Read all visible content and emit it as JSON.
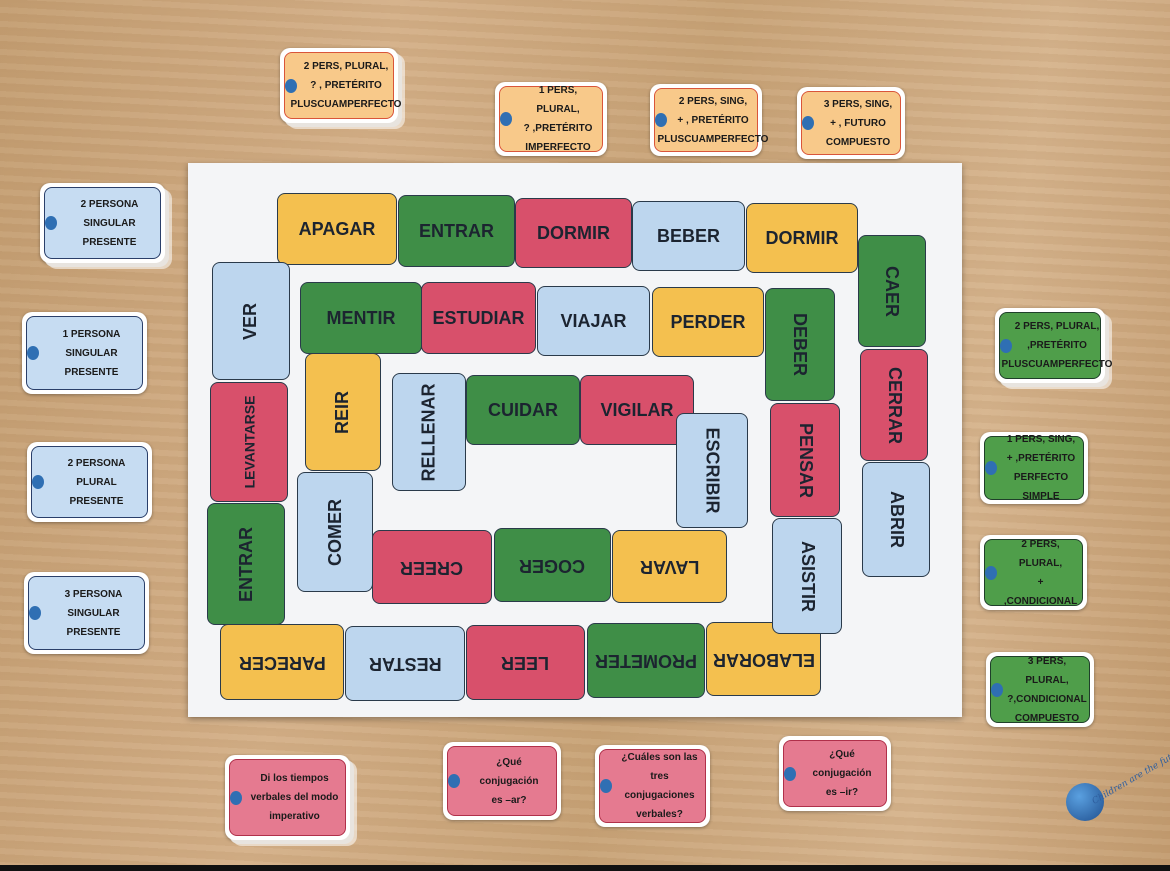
{
  "colors": {
    "yellow": "#f4c04f",
    "green": "#3f8e47",
    "pink": "#d8506b",
    "blue": "#bdd6ee",
    "orange_card": "#f8c98a",
    "green_card": "#4f9e4a",
    "pink_card": "#e57a90",
    "blue_card": "#c6dcf2"
  },
  "board": {
    "logo_text": "Children are the future",
    "tiles": [
      "APAGAR",
      "ENTRAR",
      "DORMIR",
      "BEBER",
      "DORMIR",
      "CAER",
      "CERRAR",
      "ABRIR",
      "ELABORAR",
      "PROMETER",
      "LEER",
      "RESTAR",
      "PARECER",
      "ENTRAR",
      "LEVANTARSE",
      "VER",
      "MENTIR",
      "ESTUDIAR",
      "VIAJAR",
      "PERDER",
      "DEBER",
      "PENSAR",
      "ASISTIR",
      "LAVAR",
      "COGER",
      "CREER",
      "COMER",
      "REIR",
      "RELLENAR",
      "CUIDAR",
      "VIGILAR",
      "ESCRIBIR"
    ]
  },
  "cards": {
    "top": [
      "2 PERS, PLURAL,\n? , PRETÉRITO\nPLUSCUAMPERFECTO",
      "1 PERS, PLURAL,\n? ,PRETÉRITO\nIMPERFECTO",
      "2 PERS, SING,\n+ , PRETÉRITO\nPLUSCUAMPERFECTO",
      "3 PERS, SING,\n+ , FUTURO\nCOMPUESTO"
    ],
    "left": [
      "2 PERSONA\nSINGULAR\nPRESENTE",
      "1 PERSONA\nSINGULAR\nPRESENTE",
      "2 PERSONA\nPLURAL\nPRESENTE",
      "3 PERSONA\nSINGULAR\nPRESENTE"
    ],
    "right": [
      "2 PERS, PLURAL,\n,PRETÉRITO\nPLUSCUAMPERFECTO",
      "1 PERS, SING,\n+ ,PRETÉRITO\nPERFECTO  SIMPLE",
      "2 PERS, PLURAL,\n+ ,CONDICIONAL",
      "3 PERS, PLURAL,\n?,CONDICIONAL\nCOMPUESTO"
    ],
    "bottom": [
      "Di los tiempos\nverbales del modo\nimperativo",
      "¿Qué conjugación\nes –ar?",
      "¿Cuáles son las tres\nconjugaciones\nverbales?",
      "¿Qué conjugación\nes –ir?"
    ]
  }
}
